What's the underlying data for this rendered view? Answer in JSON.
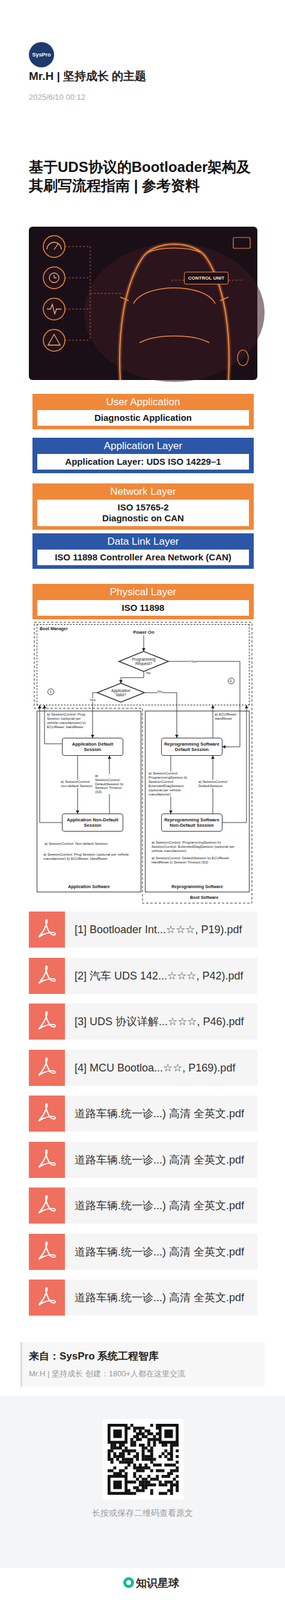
{
  "diagram": {
    "title": "基于UDS协议的Bootloader架构及其刷写流程指南 | 参考资料",
    "nodes": [
      {
        "text": [
          "SysPro"
        ]
      },
      {
        "text": [
          "CONTROL UNIT"
        ]
      },
      {
        "text": [
          "User Application"
        ]
      },
      {
        "text": [
          "Diagnostic Application"
        ],
        "in": 2
      },
      {
        "text": [
          "Application Layer"
        ]
      },
      {
        "text": [
          "Application Layer: UDS ISO 14229–1"
        ],
        "in": 4
      },
      {
        "text": [
          "Network Layer"
        ]
      },
      {
        "text": [
          "ISO 15765-2 Diagnostic on CAN"
        ],
        "in": 6
      },
      {
        "text": [
          "Data Link Layer"
        ]
      },
      {
        "text": [
          "ISO 11898 Controller Area Network (CAN)"
        ],
        "in": 8
      },
      {
        "text": [
          "Physical Layer"
        ]
      },
      {
        "text": [
          "ISO 11898"
        ],
        "in": 10
      },
      {
        "text": [
          "Boot Manager"
        ]
      },
      {
        "text": [
          "Power On"
        ],
        "in": 12
      },
      {
        "text": [
          "Programming Request?"
        ],
        "in": 12
      },
      {
        "text": [
          "Application Valid?"
        ],
        "in": 12
      },
      {
        "text": [
          "Application Software"
        ]
      },
      {
        "text": [
          "Application Default Session"
        ],
        "in": 16
      },
      {
        "text": [
          "Application Non-Default Session"
        ],
        "in": 16
      },
      {
        "text": [
          "Reprogramming Software"
        ]
      },
      {
        "text": [
          "Reprogramming Software Default Session"
        ],
        "in": 19
      },
      {
        "text": [
          "Reprogramming Software Non-Default Session"
        ],
        "in": 19
      },
      {
        "text": [
          "[1] Bootloader Int...☆☆☆, P19).pdf"
        ]
      },
      {
        "text": [
          "[2] 汽车 UDS 142...☆☆☆, P42).pdf"
        ]
      },
      {
        "text": [
          "[3] UDS 协议详解...☆☆☆, P46).pdf"
        ]
      },
      {
        "text": [
          "[4] MCU Bootloa...☆☆, P169).pdf"
        ]
      },
      {
        "text": [
          "道路车辆.统一诊...) 高清 全英文.pdf"
        ]
      },
      {
        "text": [
          "道路车辆.统一诊...) 高清 全英文.pdf"
        ]
      },
      {
        "text": [
          "道路车辆.统一诊...) 高清 全英文.pdf"
        ]
      },
      {
        "text": [
          "道路车辆.统一诊...) 高清 全英文.pdf"
        ]
      },
      {
        "text": [
          "道路车辆.统一诊...) 高清 全英文.pdf"
        ]
      }
    ],
    "edges": [
      {
        "from": 13,
        "to": 14,
        "arrow": "to"
      },
      {
        "from": 14,
        "to": 15,
        "label": "No",
        "arrow": "to"
      },
      {
        "from": 14,
        "to": 20,
        "label": "Yes",
        "arrow": "to"
      },
      {
        "from": 15,
        "to": 17,
        "label": "Yes",
        "arrow": "to"
      },
      {
        "from": 15,
        "to": 20,
        "label": "No",
        "arrow": "to"
      },
      {
        "from": 17,
        "to": 18,
        "label": "a) SessionControl: non-default Session",
        "arrow": "to"
      },
      {
        "from": 18,
        "to": 17,
        "label": "a) SessionControl: DefaultSession b) Session Timeout (S3)",
        "arrow": "to"
      },
      {
        "from": 17,
        "to": 12,
        "label": "a) SessionControl: Prog Session (optional per vehicle manufacturer) b) ECUReset: HardReset",
        "arrow": "to"
      },
      {
        "from": 18,
        "to": 12,
        "label": "a) SessionControl: Prog Session (optional per vehicle manufacturer) b) ECUReset: HardReset",
        "arrow": "to"
      },
      {
        "from": 20,
        "to": 21,
        "label": "a) SessionControl: ProgrammingSession b) SessionControl: ExtendedDiagSession (optional per vehicle manufacturer)",
        "arrow": "to"
      },
      {
        "from": 21,
        "to": 20,
        "label": "a) SessionControl: DefaultSession",
        "arrow": "to"
      },
      {
        "from": 20,
        "to": 12,
        "label": "a) ECUReset: HardReset",
        "arrow": "to"
      },
      {
        "from": 21,
        "to": 12,
        "label": "a) SessionControl: DefaultSession b) ECUReset: HardReset c) Session Timeout (S3)",
        "arrow": "to"
      }
    ],
    "labels": [
      "Mr.H | 坚持成长 的主题",
      "2025/6/10 00:12",
      "1",
      "2",
      "a) SessionControl: Non-default Session",
      "a) SessionControl: ProgrammingSession b) SessionControl: ExtendedDiagSession (optional per vehicle manufacturer)",
      "Boot Software",
      "来自：SysPro 系统工程智库",
      "Mr.H | 坚持成长 创建：1800+人都在这里交流",
      "长按或保存二维码查看原文",
      "知识星球"
    ]
  }
}
